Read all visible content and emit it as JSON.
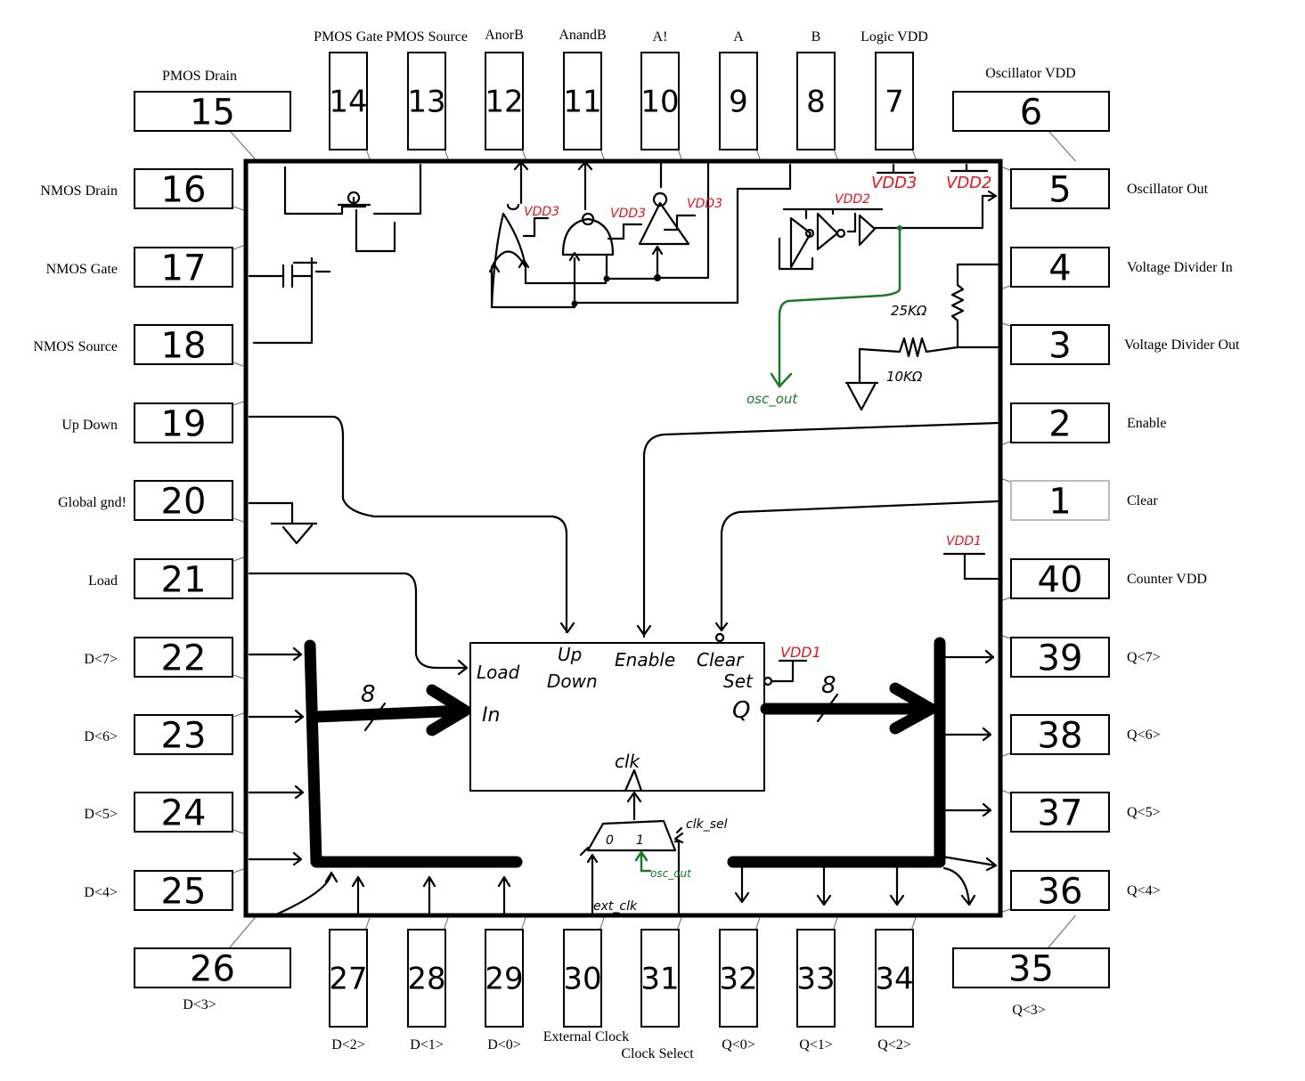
{
  "pins": [
    {
      "number": "1",
      "label": "Clear",
      "side": "right"
    },
    {
      "number": "2",
      "label": "Enable",
      "side": "right"
    },
    {
      "number": "3",
      "label": "Voltage Divider Out",
      "side": "right"
    },
    {
      "number": "4",
      "label": "Voltage Divider In",
      "side": "right"
    },
    {
      "number": "5",
      "label": "Oscillator Out",
      "side": "right"
    },
    {
      "number": "6",
      "label": "Oscillator VDD",
      "side": "top"
    },
    {
      "number": "7",
      "label": "Logic VDD",
      "side": "top"
    },
    {
      "number": "8",
      "label": "B",
      "side": "top"
    },
    {
      "number": "9",
      "label": "A",
      "side": "top"
    },
    {
      "number": "10",
      "label": "A!",
      "side": "top"
    },
    {
      "number": "11",
      "label": "AnandB",
      "side": "top"
    },
    {
      "number": "12",
      "label": "AnorB",
      "side": "top"
    },
    {
      "number": "13",
      "label": "PMOS Source",
      "side": "top"
    },
    {
      "number": "14",
      "label": "PMOS Gate",
      "side": "top"
    },
    {
      "number": "15",
      "label": "PMOS Drain",
      "side": "top"
    },
    {
      "number": "16",
      "label": "NMOS Drain",
      "side": "left"
    },
    {
      "number": "17",
      "label": "NMOS Gate",
      "side": "left"
    },
    {
      "number": "18",
      "label": "NMOS Source",
      "side": "left"
    },
    {
      "number": "19",
      "label": "Up Down",
      "side": "left"
    },
    {
      "number": "20",
      "label": "Global gnd!",
      "side": "left"
    },
    {
      "number": "21",
      "label": "Load",
      "side": "left"
    },
    {
      "number": "22",
      "label": "D<7>",
      "side": "left"
    },
    {
      "number": "23",
      "label": "D<6>",
      "side": "left"
    },
    {
      "number": "24",
      "label": "D<5>",
      "side": "left"
    },
    {
      "number": "25",
      "label": "D<4>",
      "side": "left"
    },
    {
      "number": "26",
      "label": "D<3>",
      "side": "bottom"
    },
    {
      "number": "27",
      "label": "D<2>",
      "side": "bottom"
    },
    {
      "number": "28",
      "label": "D<1>",
      "side": "bottom"
    },
    {
      "number": "29",
      "label": "D<0>",
      "side": "bottom"
    },
    {
      "number": "30",
      "label": "External Clock",
      "side": "bottom"
    },
    {
      "number": "31",
      "label": "Clock Select",
      "side": "bottom"
    },
    {
      "number": "32",
      "label": "Q<0>",
      "side": "bottom"
    },
    {
      "number": "33",
      "label": "Q<1>",
      "side": "bottom"
    },
    {
      "number": "34",
      "label": "Q<2>",
      "side": "bottom"
    },
    {
      "number": "35",
      "label": "Q<3>",
      "side": "bottom"
    },
    {
      "number": "36",
      "label": "Q<4>",
      "side": "right"
    },
    {
      "number": "37",
      "label": "Q<5>",
      "side": "right"
    },
    {
      "number": "38",
      "label": "Q<6>",
      "side": "right"
    },
    {
      "number": "39",
      "label": "Q<7>",
      "side": "right"
    },
    {
      "number": "40",
      "label": "Counter VDD",
      "side": "right"
    }
  ],
  "annotations": {
    "vdd3_a": "VDD3",
    "vdd3_b": "VDD3",
    "vdd3_c": "VDD3",
    "vdd3_top": "VDD3",
    "vdd2_top": "VDD2",
    "vdd2_osc": "VDD2",
    "vdd1_a": "VDD1",
    "vdd1_b": "VDD1",
    "r25k": "25KΩ",
    "r10k": "10KΩ",
    "osc_out_a": "osc_out",
    "osc_out_b": "osc_out",
    "counter_load": "Load",
    "counter_up": "Up",
    "counter_down": "Down",
    "counter_enable": "Enable",
    "counter_clear": "Clear",
    "counter_set": "Set",
    "counter_in": "In",
    "counter_q": "Q",
    "counter_clk": "clk",
    "bus_width_in": "8",
    "bus_width_out": "8",
    "mux_0": "0",
    "mux_1": "1",
    "clk_sel": "clk_sel",
    "ext_clk": "ext_clk"
  },
  "colors": {
    "power": "#e8141c",
    "osc_net": "#1a7a2a",
    "wire": "#000000"
  }
}
